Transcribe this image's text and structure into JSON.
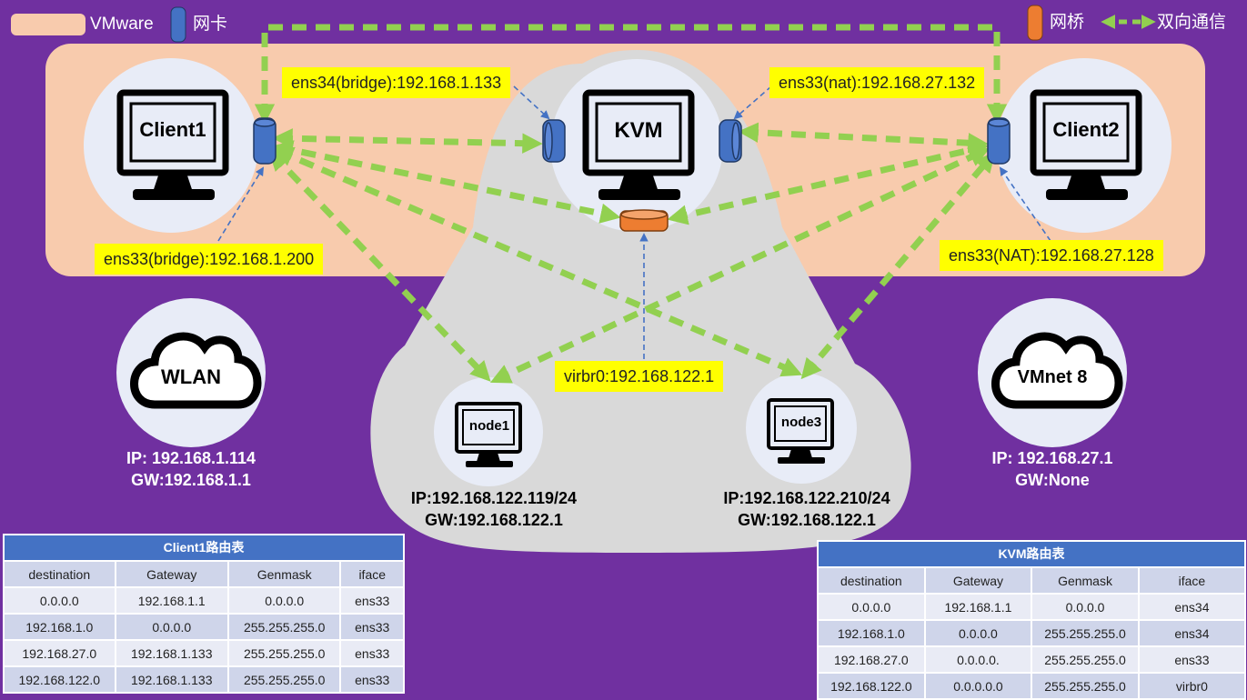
{
  "legend": {
    "vmware": "VMware",
    "nic": "网卡",
    "bridge": "网桥",
    "bidirectional": "双向通信",
    "colors": {
      "vmware": "#f8cbad",
      "nic": "#4472c4",
      "bridge": "#ed7d31",
      "link": "#92d050",
      "background": "#7030a0"
    }
  },
  "hosts": {
    "client1": "Client1",
    "kvm": "KVM",
    "client2": "Client2",
    "node1": "node1",
    "node3": "node3"
  },
  "interfaces": {
    "client1_ens33": "ens33(bridge):192.168.1.200",
    "kvm_ens34": "ens34(bridge):192.168.1.133",
    "kvm_ens33": "ens33(nat):192.168.27.132",
    "client2_ens33": "ens33(NAT):192.168.27.128",
    "virbr0": "virbr0:192.168.122.1"
  },
  "clouds": {
    "wlan": {
      "name": "WLAN",
      "ip": "IP: 192.168.1.114",
      "gw": "GW:192.168.1.1"
    },
    "vmnet8": {
      "name": "VMnet 8",
      "ip": "IP: 192.168.27.1",
      "gw": "GW:None"
    }
  },
  "nodes": {
    "node1": {
      "ip": "IP:192.168.122.119/24",
      "gw": "GW:192.168.122.1"
    },
    "node3": {
      "ip": "IP:192.168.122.210/24",
      "gw": "GW:192.168.122.1"
    }
  },
  "client1_table": {
    "title": "Client1路由表",
    "headers": [
      "destination",
      "Gateway",
      "Genmask",
      "iface"
    ],
    "rows": [
      [
        "0.0.0.0",
        "192.168.1.1",
        "0.0.0.0",
        "ens33"
      ],
      [
        "192.168.1.0",
        "0.0.0.0",
        "255.255.255.0",
        "ens33"
      ],
      [
        "192.168.27.0",
        "192.168.1.133",
        "255.255.255.0",
        "ens33"
      ],
      [
        "192.168.122.0",
        "192.168.1.133",
        "255.255.255.0",
        "ens33"
      ]
    ]
  },
  "kvm_table": {
    "title": "KVM路由表",
    "headers": [
      "destination",
      "Gateway",
      "Genmask",
      "iface"
    ],
    "rows": [
      [
        "0.0.0.0",
        "192.168.1.1",
        "0.0.0.0",
        "ens34"
      ],
      [
        "192.168.1.0",
        "0.0.0.0",
        "255.255.255.0",
        "ens34"
      ],
      [
        "192.168.27.0",
        "0.0.0.0.",
        "255.255.255.0",
        "ens33"
      ],
      [
        "192.168.122.0",
        "0.0.0.0.0",
        "255.255.255.0",
        "virbr0"
      ]
    ]
  }
}
